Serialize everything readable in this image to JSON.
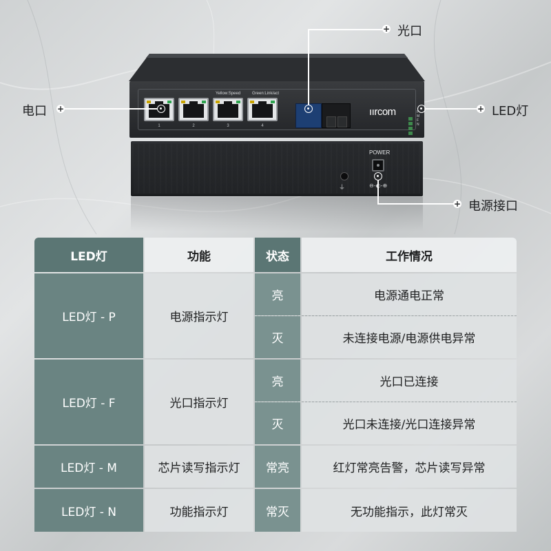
{
  "device": {
    "port_labels": [
      "1",
      "2",
      "3",
      "4"
    ],
    "yellow_label": "Yellow:Speed",
    "green_label": "Green:Link/act",
    "brand": "ıırcom",
    "led_letters": [
      "P",
      "M",
      "F",
      "N"
    ],
    "power_label": "POWER",
    "ground_symbol": "⏚",
    "polarity": "⊖-◐-⊕"
  },
  "callouts": {
    "optical_port": "光口",
    "electrical_port": "电口",
    "led": "LED灯",
    "power_port": "电源接口",
    "plus_icon": "+"
  },
  "table": {
    "headers": [
      "LED灯",
      "功能",
      "状态",
      "工作情况"
    ],
    "groups": [
      {
        "led": "LED灯 - P",
        "function": "电源指示灯",
        "rows": [
          {
            "state": "亮",
            "desc": "电源通电正常"
          },
          {
            "state": "灭",
            "desc": "未连接电源/电源供电异常"
          }
        ]
      },
      {
        "led": "LED灯 - F",
        "function": "光口指示灯",
        "rows": [
          {
            "state": "亮",
            "desc": "光口已连接"
          },
          {
            "state": "灭",
            "desc": "光口未连接/光口连接异常"
          }
        ]
      },
      {
        "led": "LED灯 - M",
        "function": "芯片读写指示灯",
        "rows": [
          {
            "state": "常亮",
            "desc": "红灯常亮告警，芯片读写异常"
          }
        ]
      },
      {
        "led": "LED灯 - N",
        "function": "功能指示灯",
        "rows": [
          {
            "state": "常灭",
            "desc": "无功能指示，此灯常灭"
          }
        ]
      }
    ]
  }
}
